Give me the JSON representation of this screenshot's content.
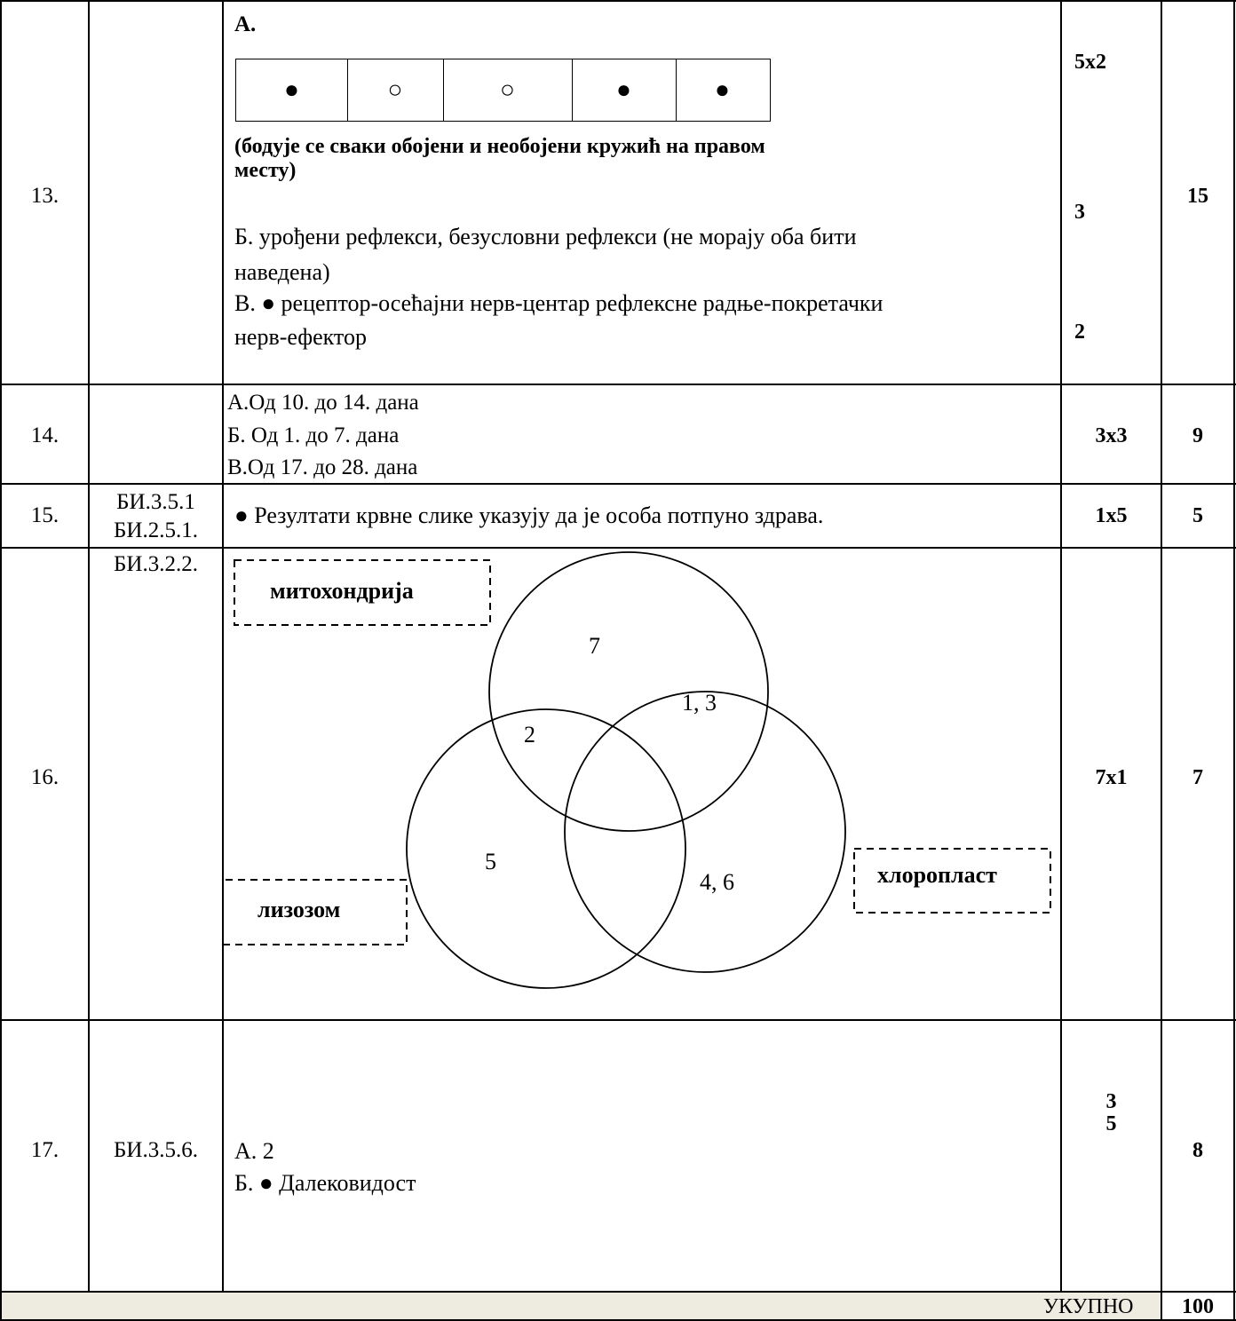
{
  "rows": [
    {
      "number": "13.",
      "code": "",
      "label_a": "А.",
      "circles": [
        "●",
        "○",
        "○",
        "●",
        "●"
      ],
      "note_line1": "(бодује се сваки обојени и необојени кружић на правом",
      "note_line2": "месту)",
      "b_line1": "Б.  урођени рефлекси, безусловни рефлекси (не морају оба бити",
      "b_line2": "наведена)",
      "v_line1": "В. ● рецептор-осећајни нерв-центар рефлексне радње-покретачки",
      "v_line2": "нерв-ефектор",
      "points": [
        "5x2",
        "3",
        "2"
      ],
      "total": "15"
    },
    {
      "number": "14.",
      "code": "",
      "lines": [
        "А.Од 10. до 14. дана",
        "Б. Од 1. до 7. дана",
        "В.Од 17. до 28. дана"
      ],
      "points": "3x3",
      "total": "9"
    },
    {
      "number": "15.",
      "code_line1": "БИ.3.5.1",
      "code_line2": "БИ.2.5.1.",
      "answer": "● Резултати крвне слике указују да је особа потпуно здрава.",
      "points": "1x5",
      "total": "5"
    },
    {
      "number": "16.",
      "code": "БИ.3.2.2.",
      "venn": {
        "label_top": "митохондрија",
        "label_left": "лизозом",
        "label_right": "хлоропласт",
        "region_top": "7",
        "region_top_left": "2",
        "region_top_right": "1, 3",
        "region_left": "5",
        "region_right": "4, 6"
      },
      "points": "7x1",
      "total": "7"
    },
    {
      "number": "17.",
      "code": "БИ.3.5.6.",
      "line_a": "А. 2",
      "line_b": "Б. ● Далековидост",
      "points_line1": "3",
      "points_line2": "5",
      "total": "8"
    }
  ],
  "footer": {
    "label": "УКУПНО",
    "total": "100"
  }
}
